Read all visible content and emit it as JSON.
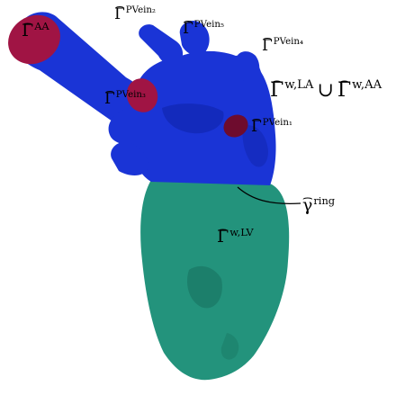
{
  "colors": {
    "blue_wall": "#1a34d6",
    "blue_shade": "#0f23a8",
    "green_wall": "#23937c",
    "green_shade": "#17705d",
    "inlet": "#a01444",
    "inlet_dark": "#6e0c2e"
  },
  "labels": {
    "aa": {
      "symbol": "Γ",
      "sup": "AA"
    },
    "pvein2": {
      "symbol": "Γ",
      "sup": "PVein₂"
    },
    "pvein5": {
      "symbol": "Γ",
      "sup": "PVein₅"
    },
    "pvein4": {
      "symbol": "Γ",
      "sup": "PVein₄"
    },
    "pvein3": {
      "symbol": "Γ",
      "sup": "PVein₃"
    },
    "pvein1": {
      "symbol": "Γ",
      "sup": "PVein₁"
    },
    "wall_la_aa": {
      "symbol1": "Γ",
      "sup1": "w,LA",
      "op": "∪",
      "symbol2": "Γ",
      "sup2": "w,AA"
    },
    "ring": {
      "symbol": "γ",
      "sup": "ring"
    },
    "wall_lv": {
      "symbol": "Γ",
      "sup": "w,LV"
    }
  }
}
